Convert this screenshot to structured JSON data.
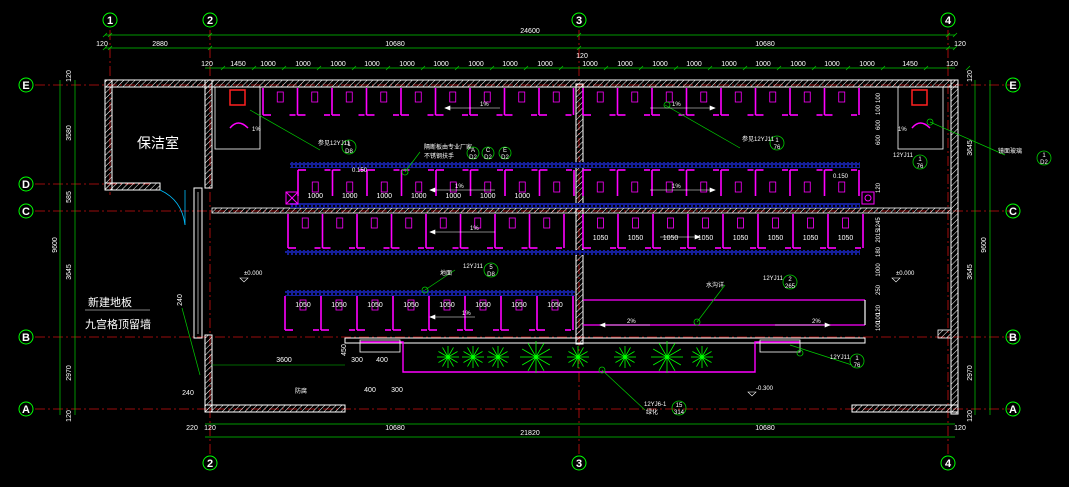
{
  "grid_axes": {
    "top": [
      "1",
      "2",
      "3",
      "4"
    ],
    "bottom": [
      "2",
      "3",
      "4"
    ],
    "left": [
      "E",
      "D",
      "C",
      "B",
      "A"
    ],
    "right": [
      "E",
      "C",
      "B",
      "A"
    ]
  },
  "dims": {
    "overall_top": "24600",
    "top_row": [
      "120",
      "2880",
      "10680",
      "10680",
      "120"
    ],
    "top_120_mid": "120",
    "bay_top": [
      "120",
      "1450",
      "1000",
      "1000",
      "1000",
      "1000",
      "1000",
      "1000",
      "1000",
      "1000",
      "1000",
      "1000",
      "1000",
      "1000",
      "1000",
      "1000",
      "1000",
      "1000",
      "1000",
      "1000",
      "1450",
      "120"
    ],
    "bottom_row": [
      "220",
      "120",
      "10680",
      "10680",
      "120"
    ],
    "overall_bottom": "21820",
    "left_col": [
      "120",
      "3580",
      "585",
      "9600",
      "3645",
      "2970",
      "120"
    ],
    "right_col": [
      "120",
      "3645",
      "9600",
      "3645",
      "2970",
      "120"
    ],
    "mid_labels": [
      "100",
      "100",
      "600",
      "600",
      "120",
      "1245",
      "2015",
      "180",
      "1000",
      "250",
      "120",
      "100",
      "100"
    ],
    "stall_row2": [
      "1000",
      "1000",
      "1000",
      "1000",
      "1000",
      "1000",
      "1000"
    ],
    "stall_row3": [
      "1050",
      "1050",
      "1050",
      "1050",
      "1050",
      "1050",
      "1050",
      "1050"
    ],
    "stall_row4": [
      "1050",
      "1050",
      "1050",
      "1050",
      "1050",
      "1050",
      "1050",
      "1050"
    ],
    "bottom_stub": [
      "3600",
      "300",
      "400",
      "400",
      "300",
      "240",
      "450",
      "240"
    ]
  },
  "labels": {
    "janitor_room": "保洁室",
    "new_floor": "新建地板",
    "wall_note": "九宫格顶留墙",
    "elev_0": "±0.000",
    "elev_0b": "±0.000",
    "elev_m030": "-0.300",
    "elev_0150a": "0.150",
    "elev_0150b": "0.150",
    "slope": [
      "1%",
      "1%",
      "1%",
      "1%",
      "1%",
      "1%",
      "2%",
      "2%",
      "1%",
      "1%"
    ],
    "ref_1": "参见12YJ11",
    "ref_2": "参见12YJ11",
    "ref_3": "12YJ11",
    "ref_4": "12YJ11",
    "ref_5": "12YJ11",
    "ref_6": "12YJ11",
    "ref_7": "12YJ6-1",
    "bubble_1": "1",
    "bubble_2": "2",
    "bubble_5": "5",
    "bubble_15": "15",
    "bubble_code_1": "D8",
    "bubble_code_2": "76",
    "bubble_code_3": "D2",
    "bubble_code_4": "76",
    "bubble_code_5": "265",
    "bubble_code_6": "D8",
    "bubble_code_7": "314",
    "abc": [
      "A",
      "C",
      "E"
    ],
    "abc_codes": [
      "D2",
      "D2",
      "D2"
    ],
    "note_pipe": "隔断板由专业厂家",
    "note_rail": "不锈钢扶手",
    "note_mirror": "镜面玻璃",
    "note_floor": "地面",
    "note_trench": "水沟详",
    "note_1": "防腐",
    "note_2": "绿化"
  }
}
